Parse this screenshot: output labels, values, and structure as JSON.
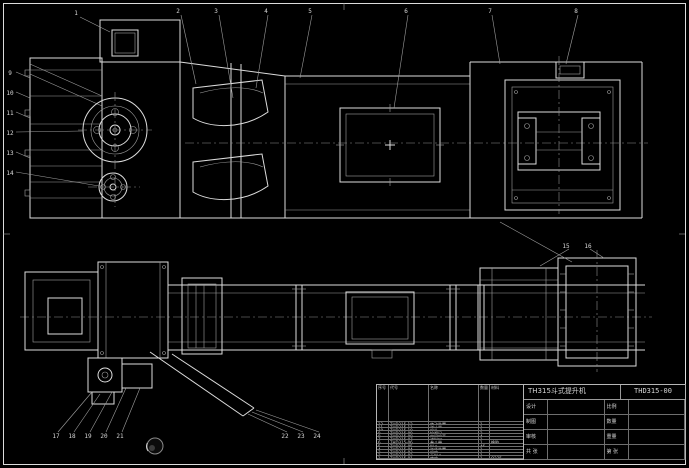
{
  "sheet": {
    "background_color": "#000000",
    "line_color": "#e6e6e6",
    "drawing_title": "TH315斗式提升机",
    "drawing_number": "THD315-00"
  },
  "callouts": {
    "top": [
      "1",
      "2",
      "3",
      "4",
      "5",
      "6",
      "7",
      "8"
    ],
    "left": [
      "9",
      "10",
      "11",
      "12",
      "13",
      "14"
    ],
    "plan_right": [
      "15",
      "16"
    ],
    "bottom_left": [
      "17",
      "18",
      "19",
      "20",
      "21"
    ],
    "bottom_mid": [
      "22",
      "23",
      "24"
    ]
  },
  "bom": {
    "headers": [
      "序号",
      "代号",
      "名称",
      "数量",
      "材料"
    ],
    "rows": [
      {
        "no": "12",
        "code": "THD315-12",
        "name": "传动装置",
        "qty": "1",
        "mat": ""
      },
      {
        "no": "11",
        "code": "THD315-11",
        "name": "逆止器",
        "qty": "1",
        "mat": ""
      },
      {
        "no": "10",
        "code": "THD315-10",
        "name": "机头",
        "qty": "1",
        "mat": ""
      },
      {
        "no": "9",
        "code": "THD315-09",
        "name": "检视门",
        "qty": "2",
        "mat": ""
      },
      {
        "no": "8",
        "code": "THD315-08",
        "name": "中间机壳",
        "qty": "4",
        "mat": ""
      },
      {
        "no": "7",
        "code": "THD315-07",
        "name": "进料口",
        "qty": "1",
        "mat": ""
      },
      {
        "no": "6",
        "code": "THD315-06",
        "name": "畚斗带",
        "qty": "1",
        "mat": "橡胶"
      },
      {
        "no": "5",
        "code": "THD315-05",
        "name": "料斗",
        "qty": "46",
        "mat": ""
      },
      {
        "no": "4",
        "code": "THD315-04",
        "name": "张紧装置",
        "qty": "1",
        "mat": ""
      },
      {
        "no": "3",
        "code": "THD315-03",
        "name": "机座",
        "qty": "1",
        "mat": ""
      },
      {
        "no": "2",
        "code": "THD315-02",
        "name": "下料斗",
        "qty": "1",
        "mat": ""
      },
      {
        "no": "1",
        "code": "THD315-01",
        "name": "底座",
        "qty": "1",
        "mat": "Q235"
      }
    ]
  },
  "title_block": {
    "title": "TH315斗式提升机",
    "number": "THD315-00",
    "labels": {
      "design": "设计",
      "draw": "制图",
      "check": "审核",
      "scale": "比例",
      "qty": "数量",
      "weight": "重量",
      "sheets": "共 张",
      "sheet_no": "第 张"
    }
  }
}
